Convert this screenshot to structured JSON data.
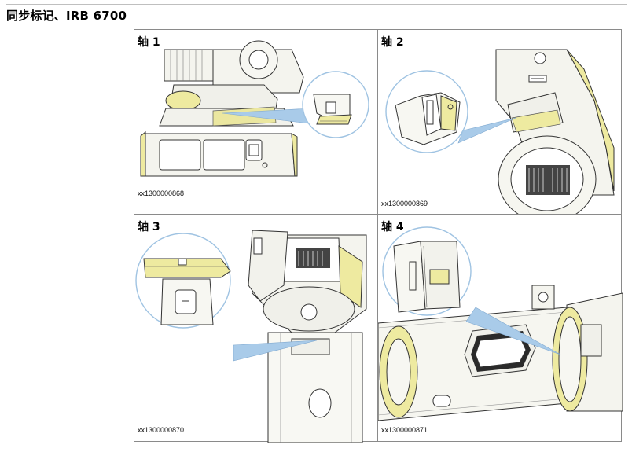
{
  "header": {
    "title": "同步标记、IRB 6700"
  },
  "figures": [
    {
      "label": "轴 1",
      "caption": "xx1300000868"
    },
    {
      "label": "轴 2",
      "caption": "xx1300000869"
    },
    {
      "label": "轴 3",
      "caption": "xx1300000870"
    },
    {
      "label": "轴 4",
      "caption": "xx1300000871"
    }
  ],
  "colors": {
    "robot_fill": "#f4f4ee",
    "yellow_highlight": "#eeeaa0",
    "zoom_arrow": "#a9cbe9",
    "zoom_circle": "#9fc3e2",
    "line": "#333333"
  }
}
